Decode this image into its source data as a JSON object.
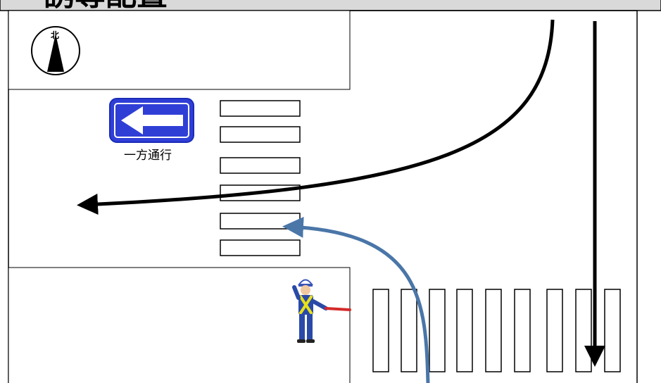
{
  "header": {
    "title": "誘導配置",
    "background_color": "#d9d9d9"
  },
  "compass": {
    "label": "北",
    "icon": "north-arrow-icon"
  },
  "one_way_sign": {
    "label": "一方通行",
    "icon": "left-arrow-icon",
    "color": "#2f3fd6",
    "border_color": "#1a2bb8"
  },
  "traffic_paths": {
    "vehicle_color": "#000000",
    "pedestrian_color": "#4a76a8"
  },
  "crosswalks": {
    "west_stripe_count": 6,
    "south_stripe_count": 9
  },
  "guard": {
    "icon": "traffic-guard-icon",
    "baton_color": "#d42a2a",
    "vest_color": "#e8e01a",
    "uniform_color": "#2a4aa8"
  }
}
